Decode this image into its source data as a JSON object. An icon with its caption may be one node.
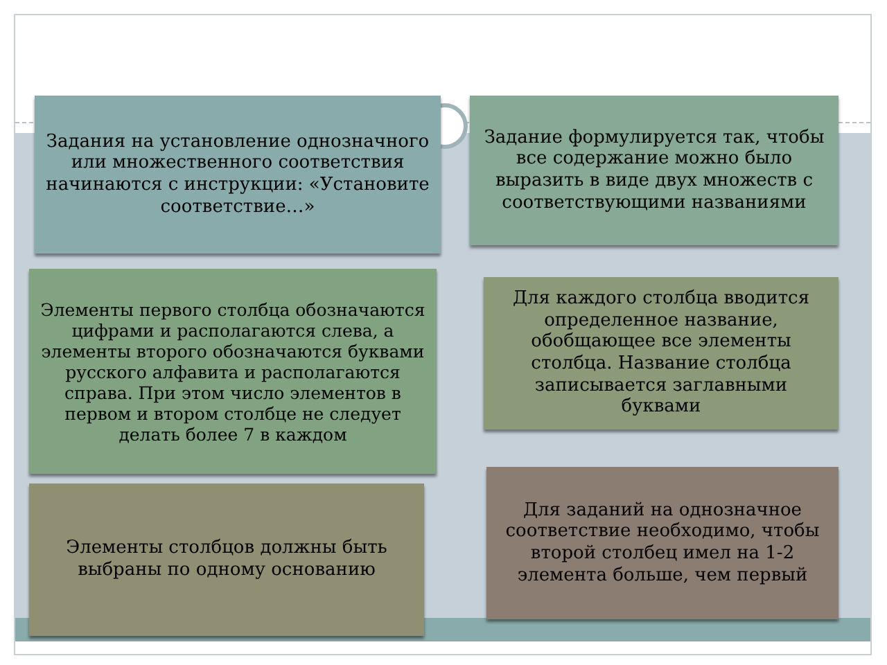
{
  "diagram": {
    "nodes": [
      {
        "text": [
          "Задания на установление однозначного или множественного соответствия начинаются с инструкции: «Установите соответствие…»"
        ]
      },
      {
        "text": [
          "Задание формулируется так, чтобы все содержание можно было выразить в виде двух множеств с соответствующими названиями"
        ]
      },
      {
        "text": [
          "Элементы первого столбца обозначаются цифрами и располагаются слева, а элементы второго обозначаются буквами русского алфавита и располагаются справа. При этом число элементов в первом и втором столбце не следует делать более 7 в каждом"
        ]
      },
      {
        "text": [
          "Для каждого столбца вводится определенное название, обобщающее все элементы столбца. Название столбца записывается заглавными буквами"
        ]
      },
      {
        "text": [
          "Элементы столбцов должны быть выбраны по одному основанию"
        ]
      },
      {
        "text": [
          "Для заданий на однозначное соответствие необходимо, чтобы второй столбец имел на 1-2 элемента больше, чем первый"
        ]
      }
    ],
    "edges": []
  }
}
